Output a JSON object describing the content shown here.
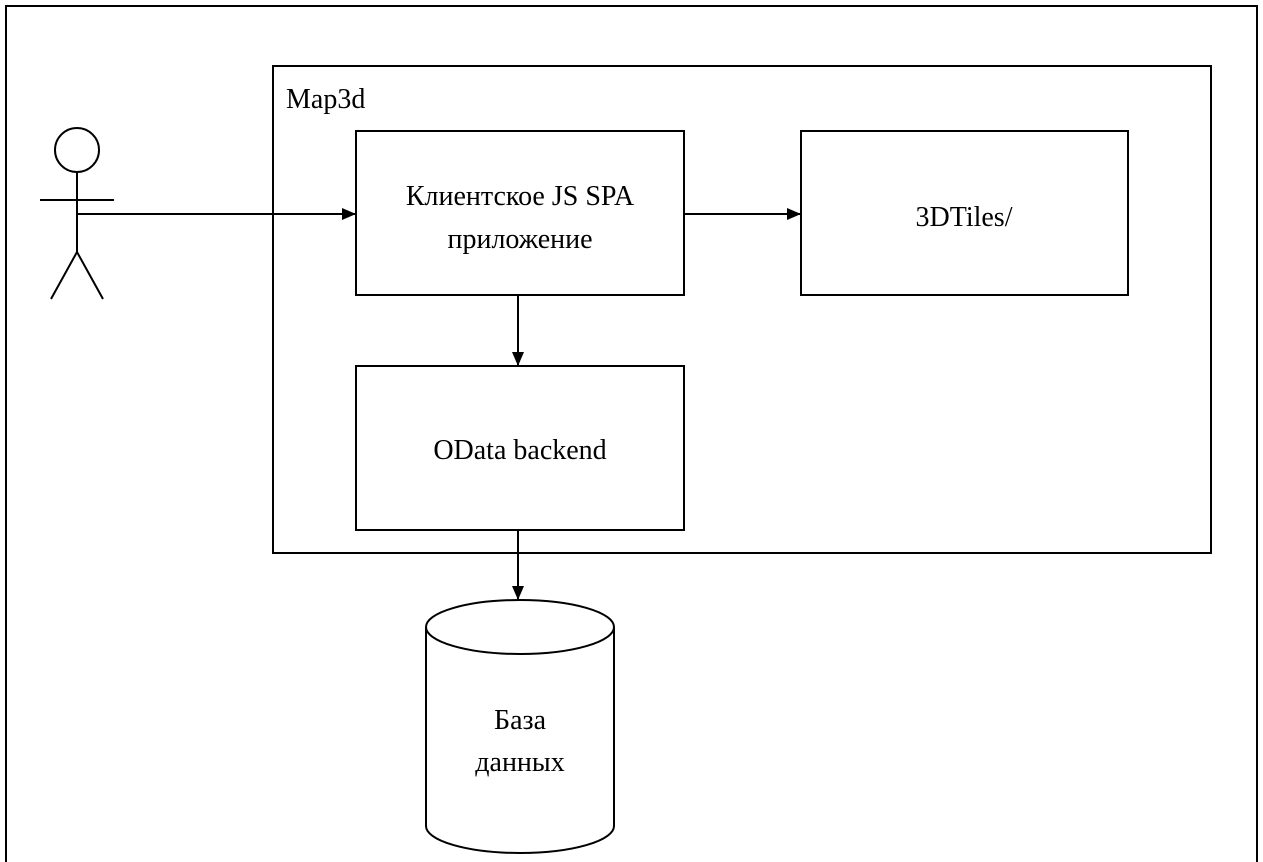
{
  "diagram": {
    "container": {
      "label": "Map3d"
    },
    "nodes": {
      "client_app": {
        "line1": "Клиентское JS SPA",
        "line2": "приложение"
      },
      "tiles": {
        "label": "3DTiles/"
      },
      "odata": {
        "label": "OData backend"
      },
      "database": {
        "line1": "База",
        "line2": "данных"
      }
    },
    "edges": [
      {
        "from": "actor",
        "to": "client_app"
      },
      {
        "from": "client_app",
        "to": "tiles"
      },
      {
        "from": "client_app",
        "to": "odata"
      },
      {
        "from": "odata",
        "to": "database"
      }
    ],
    "colors": {
      "stroke": "#000000",
      "background": "#ffffff"
    }
  }
}
